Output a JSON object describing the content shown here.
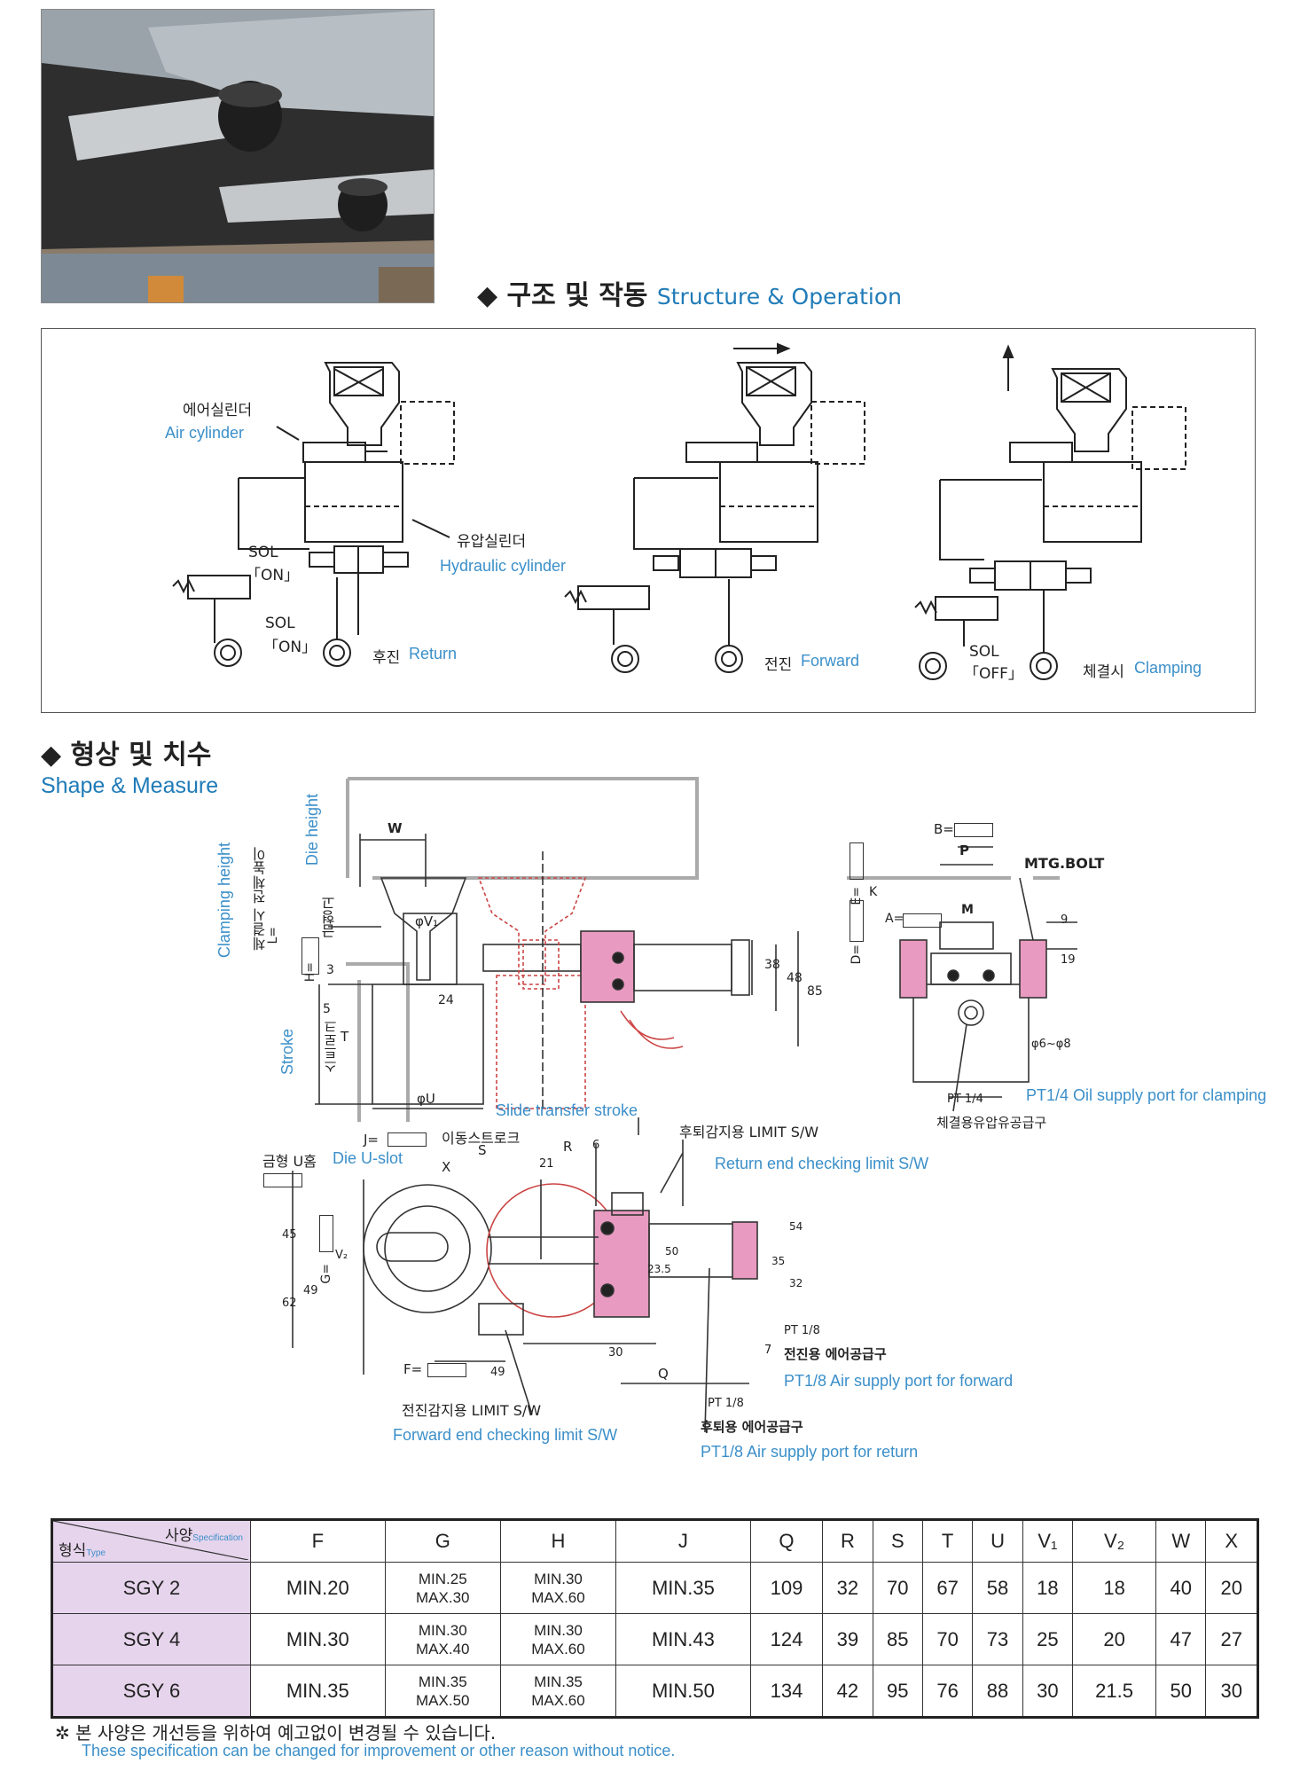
{
  "structure": {
    "title_ko": "◆ 구조 및 작동",
    "title_en": "Structure & Operation",
    "air_cyl_ko": "에어실린더",
    "air_cyl_en": "Air cylinder",
    "hyd_cyl_ko": "유압실린더",
    "hyd_cyl_en": "Hydraulic cylinder",
    "sol_on_1": "SOL",
    "sol_on_1b": "「ON」",
    "sol_on_2": "SOL",
    "sol_on_2b": "「ON」",
    "sol_off": "SOL",
    "sol_off_b": "「OFF」",
    "return_ko": "후진",
    "return_en": "Return",
    "forward_ko": "전진",
    "forward_en": "Forward",
    "clamp_ko": "체결시",
    "clamp_en": "Clamping"
  },
  "shape": {
    "title_ko": "◆ 형상 및 치수",
    "title_en": "Shape & Measure",
    "clamping_height_en": "Clamping height",
    "clamping_height_ko": "체결시 전체높이",
    "die_height_en": "Die height",
    "die_height_ko": "금형고",
    "l_eq": "L=",
    "h_eq": "H=",
    "stroke_en": "Stroke",
    "stroke_ko": "스트로크",
    "t_label": "T",
    "w_label": "W",
    "v1_label": "φV₁",
    "u_label": "φU",
    "dim_3": "3",
    "dim_5": "5",
    "dim_24": "24",
    "dim_38": "38",
    "dim_48": "48",
    "dim_85": "85",
    "slide_en": "Slide transfer stroke",
    "slide_ko": "이동스트로크",
    "j_eq": "J=",
    "s_label": "S",
    "x_label": "X",
    "r_label": "R",
    "dim_6": "6",
    "dim_21": "21",
    "uslot_ko": "금형 U홈",
    "uslot_en": "Die U-slot",
    "b_eq": "B=",
    "p_label": "P",
    "mtg_bolt": "MTG.BOLT",
    "e_eq": "E=",
    "k_label": "K",
    "a_eq": "A=",
    "m_label": "M",
    "d_eq": "D=",
    "dim_9": "9",
    "dim_19": "19",
    "phi6_8": "φ6~φ8",
    "pt14": "PT 1/4",
    "oil_en": "PT1/4 Oil supply port for clamping",
    "oil_ko": "체결용유압유공급구",
    "ret_limit_ko": "후퇴감지용 LIMIT S/W",
    "ret_limit_en": "Return end checking limit S/W",
    "dim_45": "45",
    "dim_62": "62",
    "dim_49a": "49",
    "g_eq": "G=",
    "v2_label": "V₂",
    "dim_54": "54",
    "dim_50": "50",
    "dim_23_5": "23.5",
    "dim_35": "35",
    "dim_32": "32",
    "dim_30": "30",
    "dim_7": "7",
    "pt18_a": "PT 1/8",
    "fwd_air_ko": "전진용 에어공급구",
    "fwd_air_en": "PT1/8 Air supply port for forward",
    "f_eq": "F=",
    "dim_49b": "49",
    "q_label": "Q",
    "fwd_limit_ko": "전진감지용 LIMIT S/W",
    "fwd_limit_en": "Forward end checking limit S/W",
    "pt18_b": "PT 1/8",
    "ret_air_ko": "후퇴용 에어공급구",
    "ret_air_en": "PT1/8 Air supply port for return"
  },
  "table": {
    "corner_spec_ko": "사양",
    "corner_spec_en": "Specification",
    "corner_type_ko": "형식",
    "corner_type_en": "Type",
    "headers": [
      "F",
      "G",
      "H",
      "J",
      "Q",
      "R",
      "S",
      "T",
      "U",
      "V₁",
      "V₂",
      "W",
      "X"
    ],
    "rows": [
      {
        "model": "SGY 2",
        "F": "MIN.20",
        "G1": "MIN.25",
        "G2": "MAX.30",
        "H1": "MIN.30",
        "H2": "MAX.60",
        "J": "MIN.35",
        "Q": "109",
        "R": "32",
        "S": "70",
        "T": "67",
        "U": "58",
        "V1": "18",
        "V2": "18",
        "W": "40",
        "X": "20"
      },
      {
        "model": "SGY 4",
        "F": "MIN.30",
        "G1": "MIN.30",
        "G2": "MAX.40",
        "H1": "MIN.30",
        "H2": "MAX.60",
        "J": "MIN.43",
        "Q": "124",
        "R": "39",
        "S": "85",
        "T": "70",
        "U": "73",
        "V1": "25",
        "V2": "20",
        "W": "47",
        "X": "27"
      },
      {
        "model": "SGY 6",
        "F": "MIN.35",
        "G1": "MIN.35",
        "G2": "MAX.50",
        "H1": "MIN.35",
        "H2": "MAX.60",
        "J": "MIN.50",
        "Q": "134",
        "R": "42",
        "S": "95",
        "T": "76",
        "U": "88",
        "V1": "30",
        "V2": "21.5",
        "W": "50",
        "X": "30"
      }
    ]
  },
  "notes": {
    "ko": "✲ 본 사양은 개선등을 위하여 예고없이 변경될 수 있습니다.",
    "en": "These specification can be changed for improvement or other reason without notice."
  }
}
